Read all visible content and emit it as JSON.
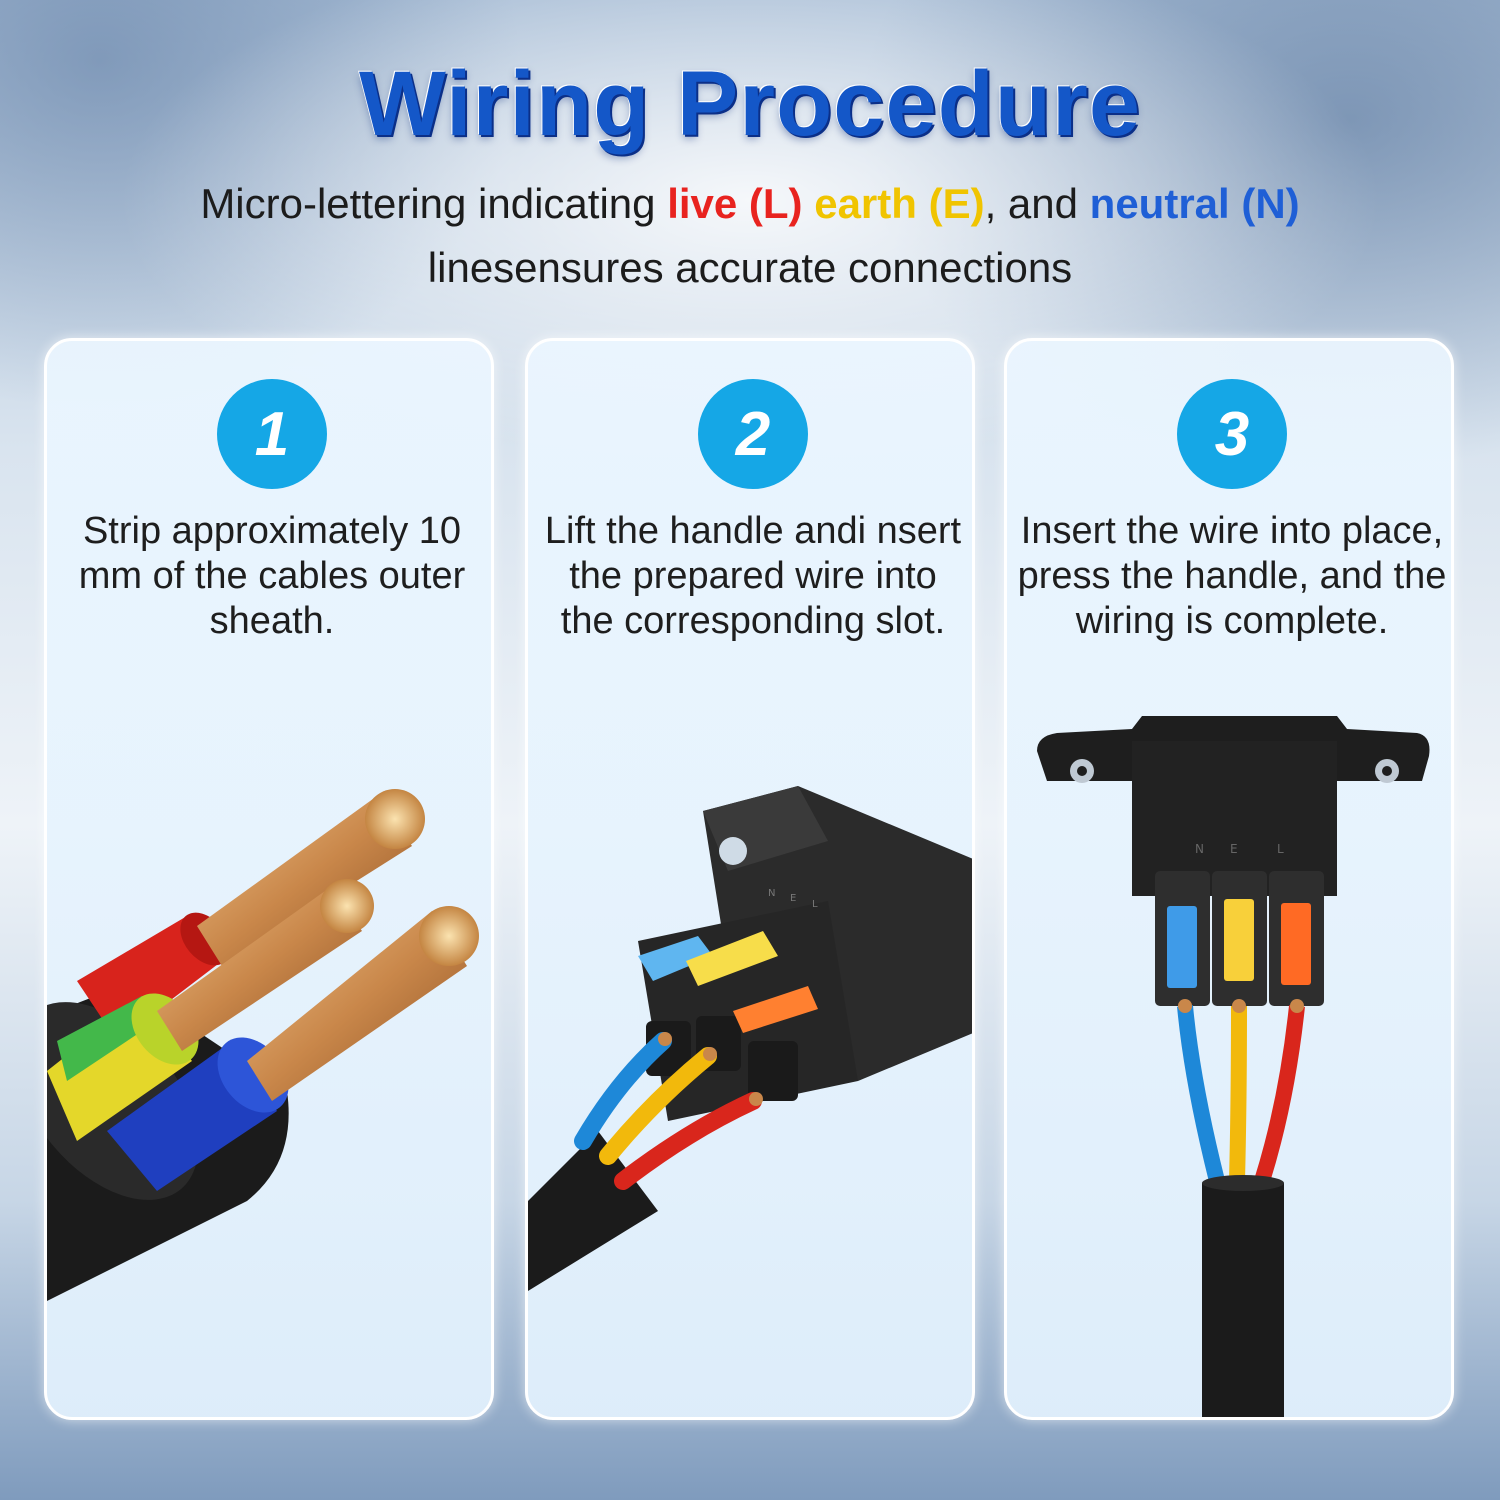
{
  "header": {
    "title": "Wiring Procedure",
    "subtitle_prefix": "Micro-lettering indicating ",
    "live_label": "live (L)",
    "earth_label": "earth (E)",
    "mid_separator": ", and ",
    "neutral_label": "neutral (N)",
    "subtitle_line2": "linesensures accurate connections"
  },
  "steps": [
    {
      "number": "1",
      "text": "Strip approximately 10 mm of the cables outer sheath."
    },
    {
      "number": "2",
      "text": "Lift the handle andi nsert the prepared wire into the corresponding slot."
    },
    {
      "number": "3",
      "text": "Insert the wire into place, press the handle, and the wiring is complete."
    }
  ],
  "connector_marks": [
    "N",
    "E",
    "L"
  ],
  "colors": {
    "title": "#1457c8",
    "live": "#e8231f",
    "earth": "#f0c400",
    "neutral": "#1f5fd6",
    "badge": "#15a7e6",
    "wire_blue": "#1e88d8",
    "wire_yellow": "#f2b90c",
    "wire_red": "#d9261c",
    "copper": "#c9874a"
  }
}
